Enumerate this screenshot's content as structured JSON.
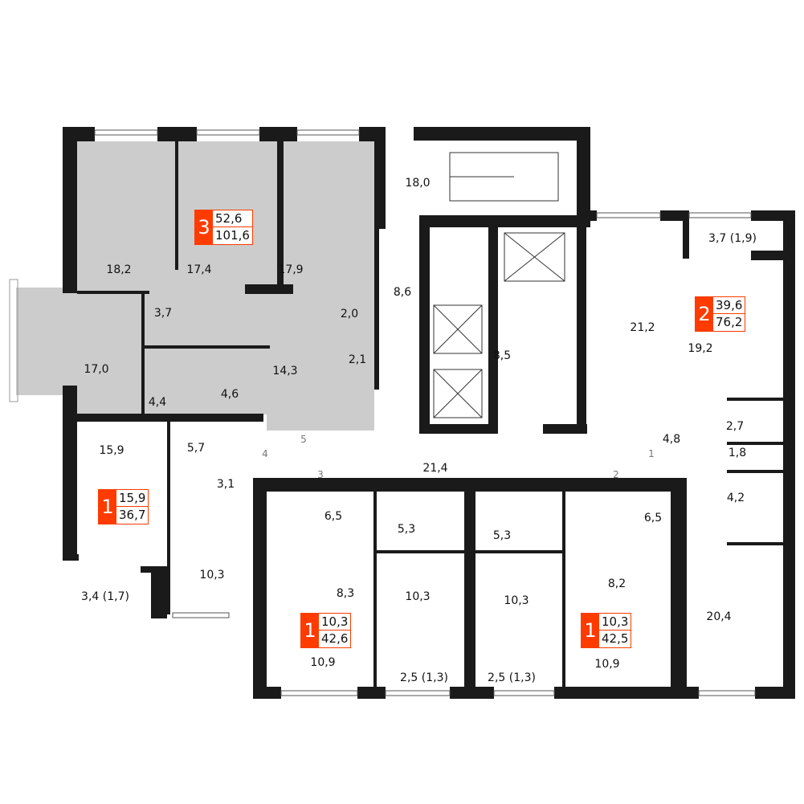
{
  "colors": {
    "accent": "#ff3b00",
    "wall": "#1a1a1a",
    "highlight_fill": "#cccccc"
  },
  "apartments": [
    {
      "rooms": "3",
      "living_area": "52,6",
      "total_area": "101,6"
    },
    {
      "rooms": "2",
      "living_area": "39,6",
      "total_area": "76,2"
    },
    {
      "rooms": "1",
      "living_area": "15,9",
      "total_area": "36,7"
    },
    {
      "rooms": "1",
      "living_area": "10,3",
      "total_area": "42,6"
    },
    {
      "rooms": "1",
      "living_area": "10,3",
      "total_area": "42,5"
    }
  ],
  "rooms": [
    "18,2",
    "17,4",
    "17,9",
    "3,7",
    "17,0",
    "4,4",
    "4,6",
    "14,3",
    "2,0",
    "2,1",
    "18,0",
    "8,6",
    "8,5",
    "21,2",
    "3,7 (1,9)",
    "19,2",
    "2,7",
    "4,8",
    "1,8",
    "4,2",
    "20,4",
    "15,9",
    "5,7",
    "3,1",
    "10,3",
    "3,4 (1,7)",
    "21,4",
    "6,5",
    "5,3",
    "5,3",
    "6,5",
    "8,3",
    "10,3",
    "10,3",
    "8,2",
    "10,9",
    "10,9",
    "2,5 (1,3)",
    "2,5 (1,3)"
  ],
  "door_numbers": [
    "5",
    "4",
    "3",
    "2",
    "1"
  ]
}
